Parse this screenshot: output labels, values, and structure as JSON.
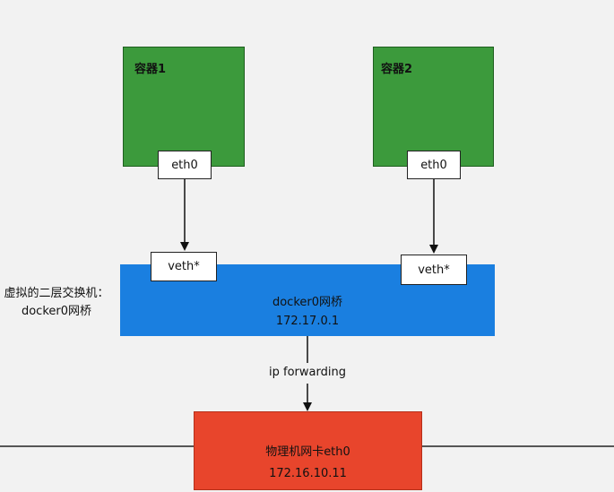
{
  "containers": [
    {
      "title": "容器1",
      "port": "eth0"
    },
    {
      "title": "容器2",
      "port": "eth0"
    }
  ],
  "bridge": {
    "side_label_line1": "虚拟的二层交换机：",
    "side_label_line2": "docker0网桥",
    "name": "docker0网桥",
    "ip": "172.17.0.1",
    "ports": [
      "veth*",
      "veth*"
    ]
  },
  "link_label": "ip forwarding",
  "nic": {
    "name": "物理机网卡eth0",
    "ip": "172.16.10.11"
  },
  "colors": {
    "container": "#3c9a3c",
    "bridge": "#1a7fe0",
    "nic": "#e8452c",
    "background": "#f2f2f2"
  }
}
